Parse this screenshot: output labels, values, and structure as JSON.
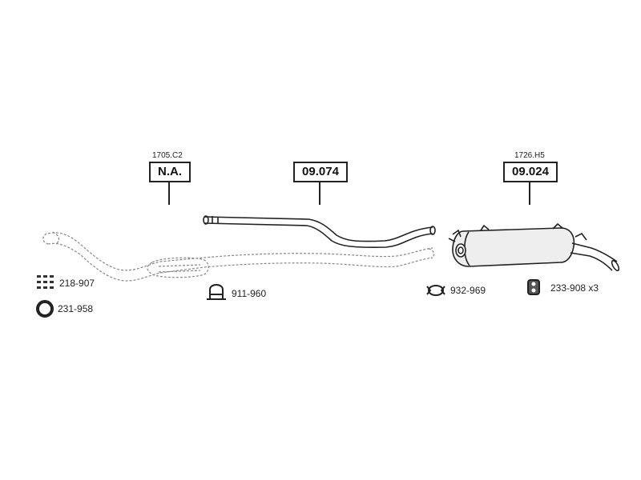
{
  "callouts": [
    {
      "id": "front",
      "ref": "1705.C2",
      "code": "N.A."
    },
    {
      "id": "middle",
      "ref": "",
      "code": "09.074"
    },
    {
      "id": "rear",
      "ref": "1726.H5",
      "code": "09.024"
    }
  ],
  "parts": [
    {
      "id": "seal-kit",
      "number": "218-907",
      "icon": "bolt-kit-icon"
    },
    {
      "id": "gasket-ring",
      "number": "231-958",
      "icon": "ring-gasket-icon"
    },
    {
      "id": "clamp",
      "number": "911-960",
      "icon": "u-clamp-icon"
    },
    {
      "id": "band-clamp",
      "number": "932-969",
      "icon": "band-clamp-icon"
    },
    {
      "id": "rubber-mount",
      "number": "233-908 x3",
      "icon": "rubber-mount-icon"
    }
  ]
}
